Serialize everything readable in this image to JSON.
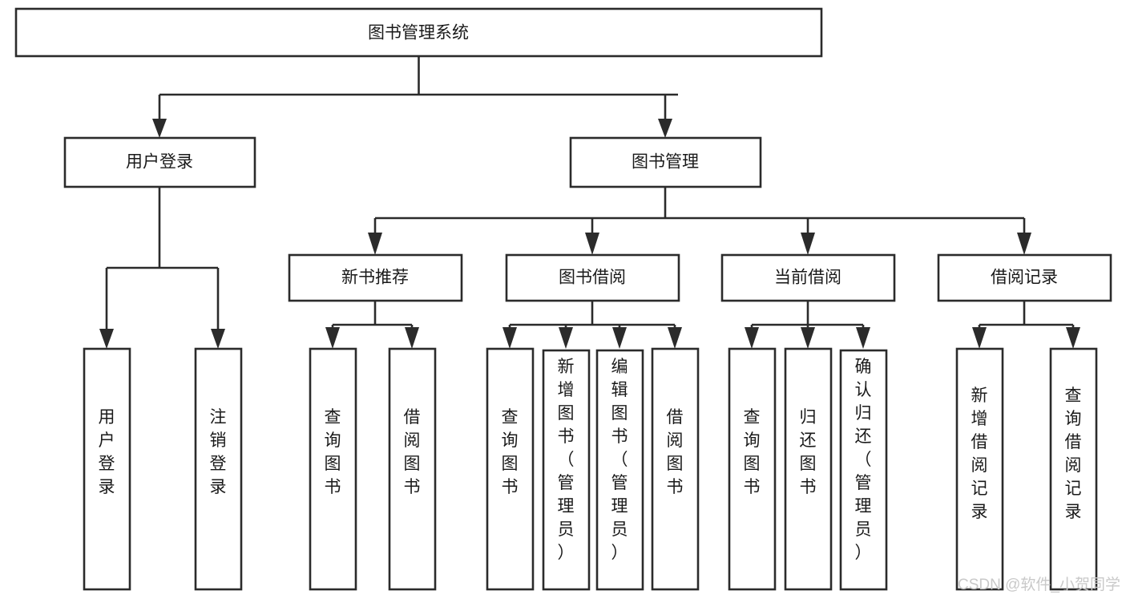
{
  "diagram": {
    "type": "tree-hierarchy-chart",
    "title": "图书管理系统",
    "orientation": "top-down",
    "colors": {
      "background": "#ffffff",
      "box_fill": "#ffffff",
      "box_stroke": "#2b2b2b",
      "text": "#1a1a1a",
      "watermark": "#c9c9c9"
    },
    "nodes": {
      "root": {
        "label": "图书管理系统",
        "level": 1,
        "text_orientation": "horizontal"
      },
      "level2": [
        {
          "id": "user-login",
          "label": "用户登录",
          "text_orientation": "horizontal"
        },
        {
          "id": "book-manage",
          "label": "图书管理",
          "text_orientation": "horizontal"
        }
      ],
      "level3": [
        {
          "id": "new-book-recommend",
          "label": "新书推荐",
          "parent": "book-manage",
          "text_orientation": "horizontal"
        },
        {
          "id": "book-borrow",
          "label": "图书借阅",
          "parent": "book-manage",
          "text_orientation": "horizontal"
        },
        {
          "id": "current-borrow",
          "label": "当前借阅",
          "parent": "book-manage",
          "text_orientation": "horizontal"
        },
        {
          "id": "borrow-record",
          "label": "借阅记录",
          "parent": "book-manage",
          "text_orientation": "horizontal"
        }
      ],
      "leaves": [
        {
          "id": "leaf-user-login",
          "label": "用户登录",
          "parent": "user-login",
          "text_orientation": "vertical"
        },
        {
          "id": "leaf-user-logout",
          "label": "注销登录",
          "parent": "user-login",
          "text_orientation": "vertical"
        },
        {
          "id": "leaf-query-book-1",
          "label": "查询图书",
          "parent": "new-book-recommend",
          "text_orientation": "vertical"
        },
        {
          "id": "leaf-borrow-book-1",
          "label": "借阅图书",
          "parent": "new-book-recommend",
          "text_orientation": "vertical"
        },
        {
          "id": "leaf-query-book-2",
          "label": "查询图书",
          "parent": "book-borrow",
          "text_orientation": "vertical"
        },
        {
          "id": "leaf-add-book",
          "label": "新增图书（管理员）",
          "parent": "book-borrow",
          "text_orientation": "vertical"
        },
        {
          "id": "leaf-edit-book",
          "label": "编辑图书（管理员）",
          "parent": "book-borrow",
          "text_orientation": "vertical"
        },
        {
          "id": "leaf-borrow-book-2",
          "label": "借阅图书",
          "parent": "book-borrow",
          "text_orientation": "vertical"
        },
        {
          "id": "leaf-query-book-3",
          "label": "查询图书",
          "parent": "current-borrow",
          "text_orientation": "vertical"
        },
        {
          "id": "leaf-return-book",
          "label": "归还图书",
          "parent": "current-borrow",
          "text_orientation": "vertical"
        },
        {
          "id": "leaf-confirm-return",
          "label": "确认归还（管理员）",
          "parent": "current-borrow",
          "text_orientation": "vertical"
        },
        {
          "id": "leaf-add-record",
          "label": "新增借阅记录",
          "parent": "borrow-record",
          "text_orientation": "vertical"
        },
        {
          "id": "leaf-query-record",
          "label": "查询借阅记录",
          "parent": "borrow-record",
          "text_orientation": "vertical"
        }
      ]
    },
    "watermark": "CSDN @软件_小贺同学"
  }
}
